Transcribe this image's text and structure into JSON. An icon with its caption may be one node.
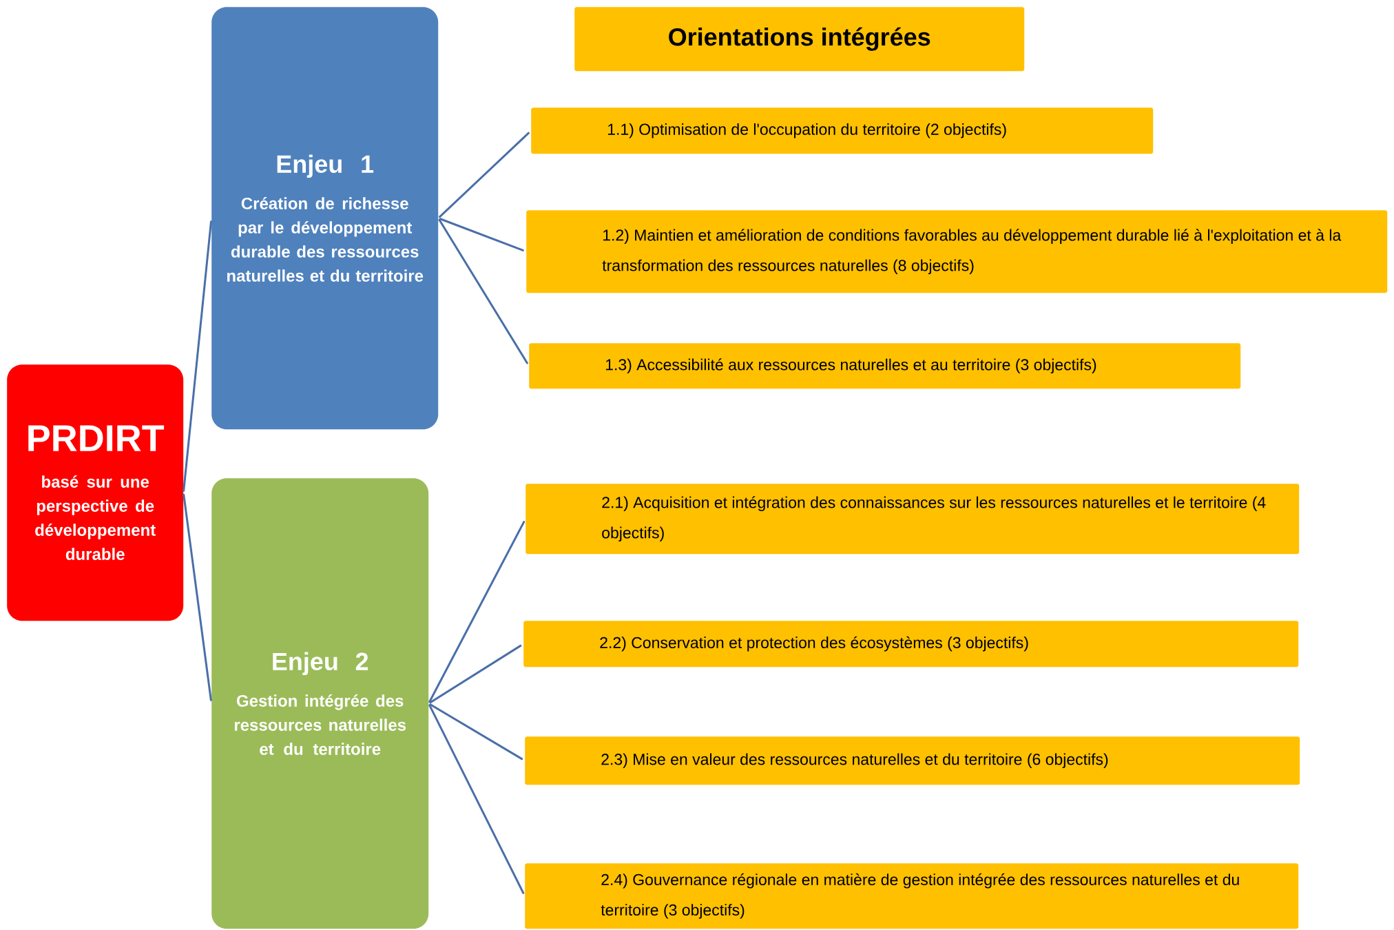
{
  "diagram": {
    "nodes": [
      {
        "text": [
          "PRDIRT",
          "basé sur une perspective de développement durable"
        ]
      },
      {
        "text": [
          "Enjeu 1",
          "Création de richesse par le développement durable des ressources naturelles et du territoire"
        ]
      },
      {
        "text": [
          "Enjeu 2",
          "Gestion intégrée des ressources naturelles et du territoire"
        ]
      },
      {
        "text": [
          "Orientations intégrées"
        ]
      },
      {
        "text": [
          "1.1) Optimisation de l'occupation du territoire (2 objectifs)"
        ]
      },
      {
        "text": [
          "1.2) Maintien et amélioration de conditions favorables au développement durable lié à l'exploitation et à la transformation des ressources naturelles (8 objectifs)"
        ]
      },
      {
        "text": [
          "1.3) Accessibilité aux ressources naturelles et au territoire (3 objectifs)"
        ]
      },
      {
        "text": [
          "2.1) Acquisition et intégration des connaissances sur les ressources naturelles et le territoire (4 objectifs)"
        ]
      },
      {
        "text": [
          "2.2) Conservation et protection des écosystèmes (3 objectifs)"
        ]
      },
      {
        "text": [
          "2.3) Mise en valeur des ressources naturelles et du territoire (6 objectifs)"
        ]
      },
      {
        "text": [
          "2.4) Gouvernance régionale en matière de gestion intégrée des ressources naturelles et du territoire (3 objectifs)"
        ]
      }
    ],
    "edges": [
      {
        "from": 0,
        "to": 1,
        "arrow": "none"
      },
      {
        "from": 0,
        "to": 2,
        "arrow": "none"
      },
      {
        "from": 1,
        "to": 4,
        "arrow": "none"
      },
      {
        "from": 1,
        "to": 5,
        "arrow": "none"
      },
      {
        "from": 1,
        "to": 6,
        "arrow": "none"
      },
      {
        "from": 2,
        "to": 7,
        "arrow": "none"
      },
      {
        "from": 2,
        "to": 8,
        "arrow": "none"
      },
      {
        "from": 2,
        "to": 9,
        "arrow": "none"
      },
      {
        "from": 2,
        "to": 10,
        "arrow": "none"
      }
    ]
  }
}
